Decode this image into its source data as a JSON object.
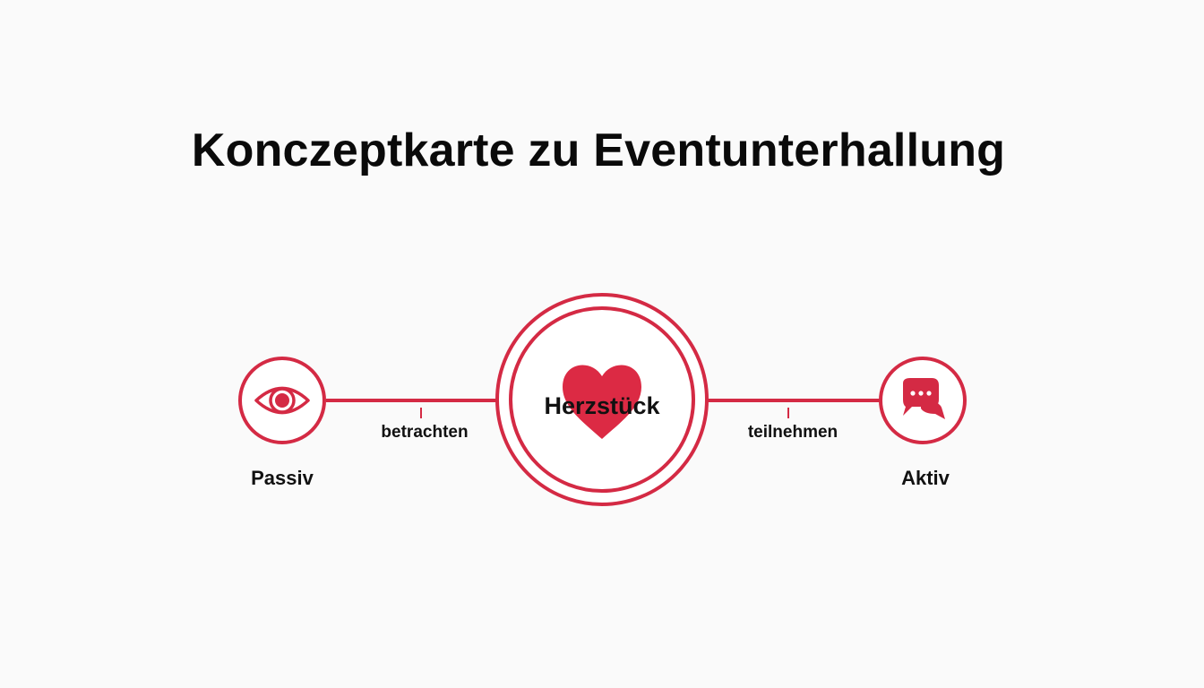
{
  "title": "Konczeptkarte zu Eventunterhallung",
  "colors": {
    "accent": "#d42a44",
    "heart": "#dc2a44",
    "text": "#111111",
    "background": "#fafafa"
  },
  "nodes": {
    "left": {
      "label": "Passiv",
      "icon": "eye-icon"
    },
    "center": {
      "label": "Herzstück",
      "icon": "heart-icon"
    },
    "right": {
      "label": "Aktiv",
      "icon": "speech-bubbles-icon"
    }
  },
  "edges": {
    "left": {
      "label": "betrachten"
    },
    "right": {
      "label": "teilnehmen"
    }
  }
}
